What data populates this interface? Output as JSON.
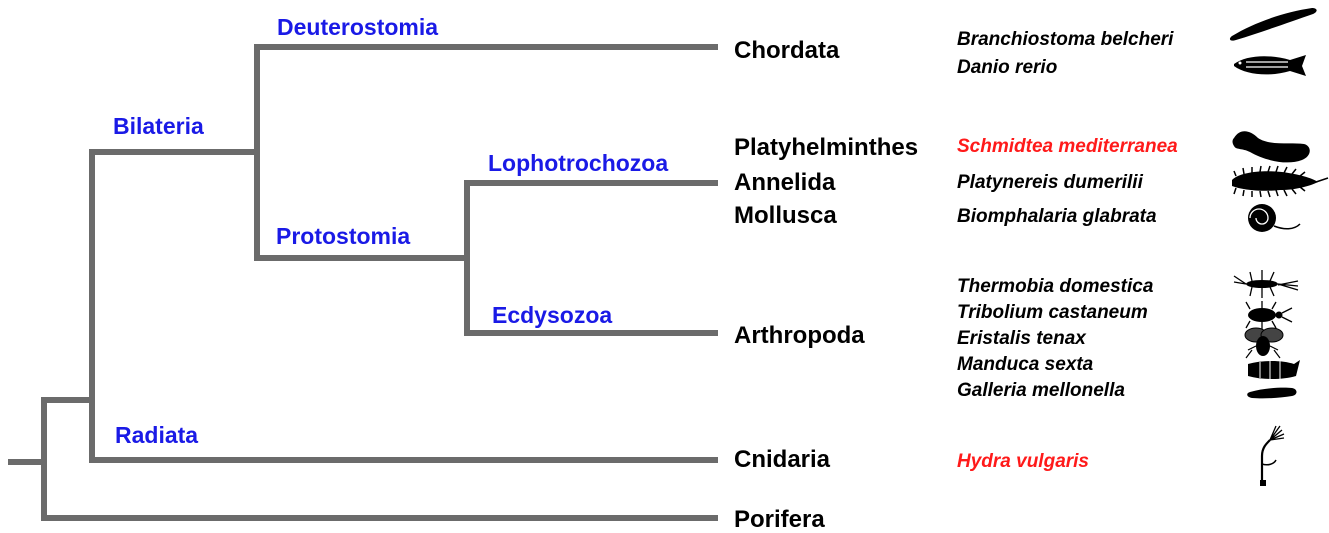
{
  "colors": {
    "branch": "#6b6b6b",
    "clade_label": "#1a1ae6",
    "highlight_species": "#ff1a1a",
    "text": "#000000"
  },
  "clades": {
    "bilateria": "Bilateria",
    "deuterostomia": "Deuterostomia",
    "protostomia": "Protostomia",
    "lophotrochozoa": "Lophotrochozoa",
    "ecdysozoa": "Ecdysozoa",
    "radiata": "Radiata"
  },
  "phyla": {
    "chordata": "Chordata",
    "platyhelminthes": "Platyhelminthes",
    "annelida": "Annelida",
    "mollusca": "Mollusca",
    "arthropoda": "Arthropoda",
    "cnidaria": "Cnidaria",
    "porifera": "Porifera"
  },
  "species": {
    "branchiostoma": "Branchiostoma belcheri",
    "danio": "Danio rerio",
    "schmidtea": "Schmidtea mediterranea",
    "platynereis": "Platynereis dumerilii",
    "biomphalaria": "Biomphalaria glabrata",
    "thermobia": "Thermobia domestica",
    "tribolium": "Tribolium castaneum",
    "eristalis": "Eristalis tenax",
    "manduca": "Manduca sexta",
    "galleria": "Galleria mellonella",
    "hydra": "Hydra vulgaris"
  },
  "icons": {
    "branchiostoma": "lancelet-silhouette",
    "danio": "zebrafish-silhouette",
    "schmidtea": "planarian-silhouette",
    "platynereis": "ragworm-silhouette",
    "biomphalaria": "snail-silhouette",
    "thermobia": "firebrat-silhouette",
    "tribolium": "beetle-silhouette",
    "eristalis": "hoverfly-silhouette",
    "manduca": "caterpillar-silhouette",
    "galleria": "waxworm-silhouette",
    "hydra": "hydra-silhouette"
  }
}
